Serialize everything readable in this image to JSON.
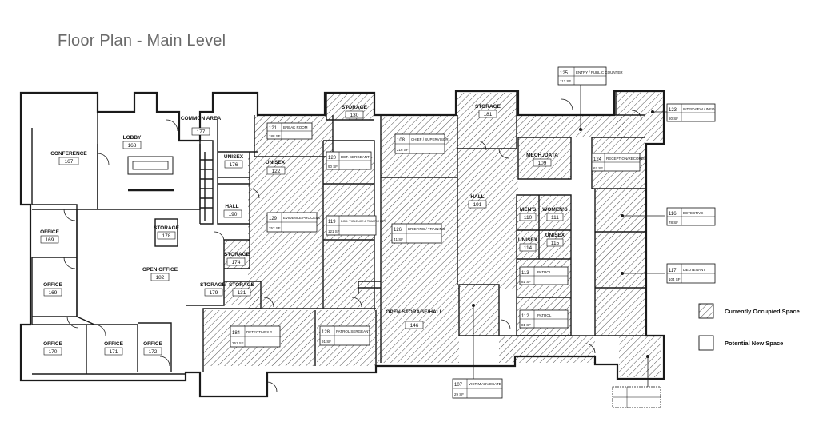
{
  "title": "Floor Plan - Main Level",
  "legend": [
    {
      "key": "occupied",
      "label": "Currently Occupied Space",
      "hatched": true
    },
    {
      "key": "new",
      "label": "Potential New Space",
      "hatched": false
    }
  ],
  "rooms": [
    {
      "id": "conference",
      "name": "CONFERENCE",
      "number": "167"
    },
    {
      "id": "lobby",
      "name": "LOBBY",
      "number": "168"
    },
    {
      "id": "common",
      "name": "COMMON AREA",
      "number": "177"
    },
    {
      "id": "unisex176",
      "name": "UNISEX",
      "number": "176"
    },
    {
      "id": "unisex122",
      "name": "UNISEX",
      "number": "122"
    },
    {
      "id": "hall190",
      "name": "HALL",
      "number": "190"
    },
    {
      "id": "storage178",
      "name": "STORAGE",
      "number": "178"
    },
    {
      "id": "office169a",
      "name": "OFFICE",
      "number": "169"
    },
    {
      "id": "office169b",
      "name": "OFFICE",
      "number": "169"
    },
    {
      "id": "openoffice",
      "name": "OPEN OFFICE",
      "number": "182"
    },
    {
      "id": "storage174",
      "name": "STORAGE",
      "number": "174"
    },
    {
      "id": "storage179",
      "name": "STORAGE",
      "number": "179"
    },
    {
      "id": "storage131",
      "name": "STORAGE",
      "number": "131"
    },
    {
      "id": "office170",
      "name": "OFFICE",
      "number": "170"
    },
    {
      "id": "office171",
      "name": "OFFICE",
      "number": "171"
    },
    {
      "id": "office172",
      "name": "OFFICE",
      "number": "172"
    },
    {
      "id": "storage130",
      "name": "STORAGE",
      "number": "130"
    },
    {
      "id": "storage181",
      "name": "STORAGE",
      "number": "181"
    },
    {
      "id": "mechdata",
      "name": "MECH./DATA",
      "number": "109"
    },
    {
      "id": "hall191",
      "name": "HALL",
      "number": "191"
    },
    {
      "id": "mens",
      "name": "MEN'S",
      "number": "110"
    },
    {
      "id": "womens",
      "name": "WOMEN'S",
      "number": "111"
    },
    {
      "id": "unisex114",
      "name": "UNISEX",
      "number": "114"
    },
    {
      "id": "unisex115",
      "name": "UNISEX",
      "number": "115"
    },
    {
      "id": "openstorage",
      "name": "OPEN STORAGE/HALL",
      "number": "146"
    }
  ],
  "tags": [
    {
      "id": "t125",
      "number": "125",
      "name": "ENTRY / PUBLIC COUNTER",
      "area": "112 SF"
    },
    {
      "id": "t123",
      "number": "123",
      "name": "INTERVIEW / INFO",
      "area": "80 SF"
    },
    {
      "id": "t121",
      "number": "121",
      "name": "BREAK ROOM",
      "area": "188 SF"
    },
    {
      "id": "t120",
      "number": "120",
      "name": "DET. SERGEANT",
      "area": "90 SF"
    },
    {
      "id": "t108",
      "number": "108",
      "name": "CHIEF / SUPERVISOR",
      "area": "216 SF"
    },
    {
      "id": "t124",
      "number": "124",
      "name": "RECEPTION/RECORDS",
      "area": "67 SF"
    },
    {
      "id": "t129",
      "number": "129",
      "name": "EVIDENCE PROCESS",
      "area": "252 SF"
    },
    {
      "id": "t119",
      "number": "119",
      "name": "DOM. VIOLENCE & TRAFFIC DET.",
      "area": "121 SF"
    },
    {
      "id": "t126",
      "number": "126",
      "name": "BRIEFING / TRAINING",
      "area": "41 SF"
    },
    {
      "id": "t116",
      "number": "116",
      "name": "DETECTIVE",
      "area": "78 SF"
    },
    {
      "id": "t117",
      "number": "117",
      "name": "LIEUTENANT",
      "area": "104 SF"
    },
    {
      "id": "t113",
      "number": "113",
      "name": "PATROL",
      "area": "81 SF"
    },
    {
      "id": "t112",
      "number": "112",
      "name": "PATROL",
      "area": "81 SF"
    },
    {
      "id": "t184",
      "number": "184",
      "name": "DETECTIVES 2",
      "area": "261 SF"
    },
    {
      "id": "t128",
      "number": "128",
      "name": "PATROL SERGEANT",
      "area": "91 SF"
    },
    {
      "id": "t107",
      "number": "107",
      "name": "VICTIM ADVOCATE",
      "area": "29 SF"
    }
  ]
}
